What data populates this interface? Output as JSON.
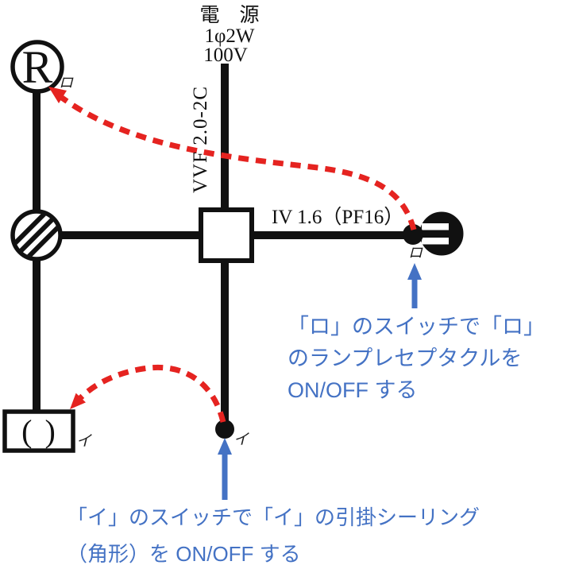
{
  "diagram": {
    "power": {
      "line1": "電　源",
      "line2": "1φ2W",
      "line3": "100V"
    },
    "cables": {
      "vvf_label": "VVF 2.0-2C",
      "iv_label": "IV 1.6（PF16）"
    },
    "devices": {
      "lamp_receptacle_letter": "R",
      "ceiling_rose_symbol": "( )"
    },
    "switch_labels": {
      "ro_at_receptacle": "ロ",
      "ro_at_switch": "ロ",
      "i_at_ceiling": "イ",
      "i_at_switch": "イ"
    }
  },
  "annotations": {
    "ro": {
      "lines": [
        "「ロ」のスイッチで「ロ」",
        "のランプレセプタクルを",
        "ON/OFF する"
      ]
    },
    "i": {
      "lines": [
        "「イ」のスイッチで「イ」の引掛シーリング",
        "（角形）を ON/OFF する"
      ]
    }
  },
  "colors": {
    "wire_black": "#111111",
    "highlight_red": "#e52320",
    "annotation_blue": "#4472c4",
    "background": "#ffffff"
  }
}
